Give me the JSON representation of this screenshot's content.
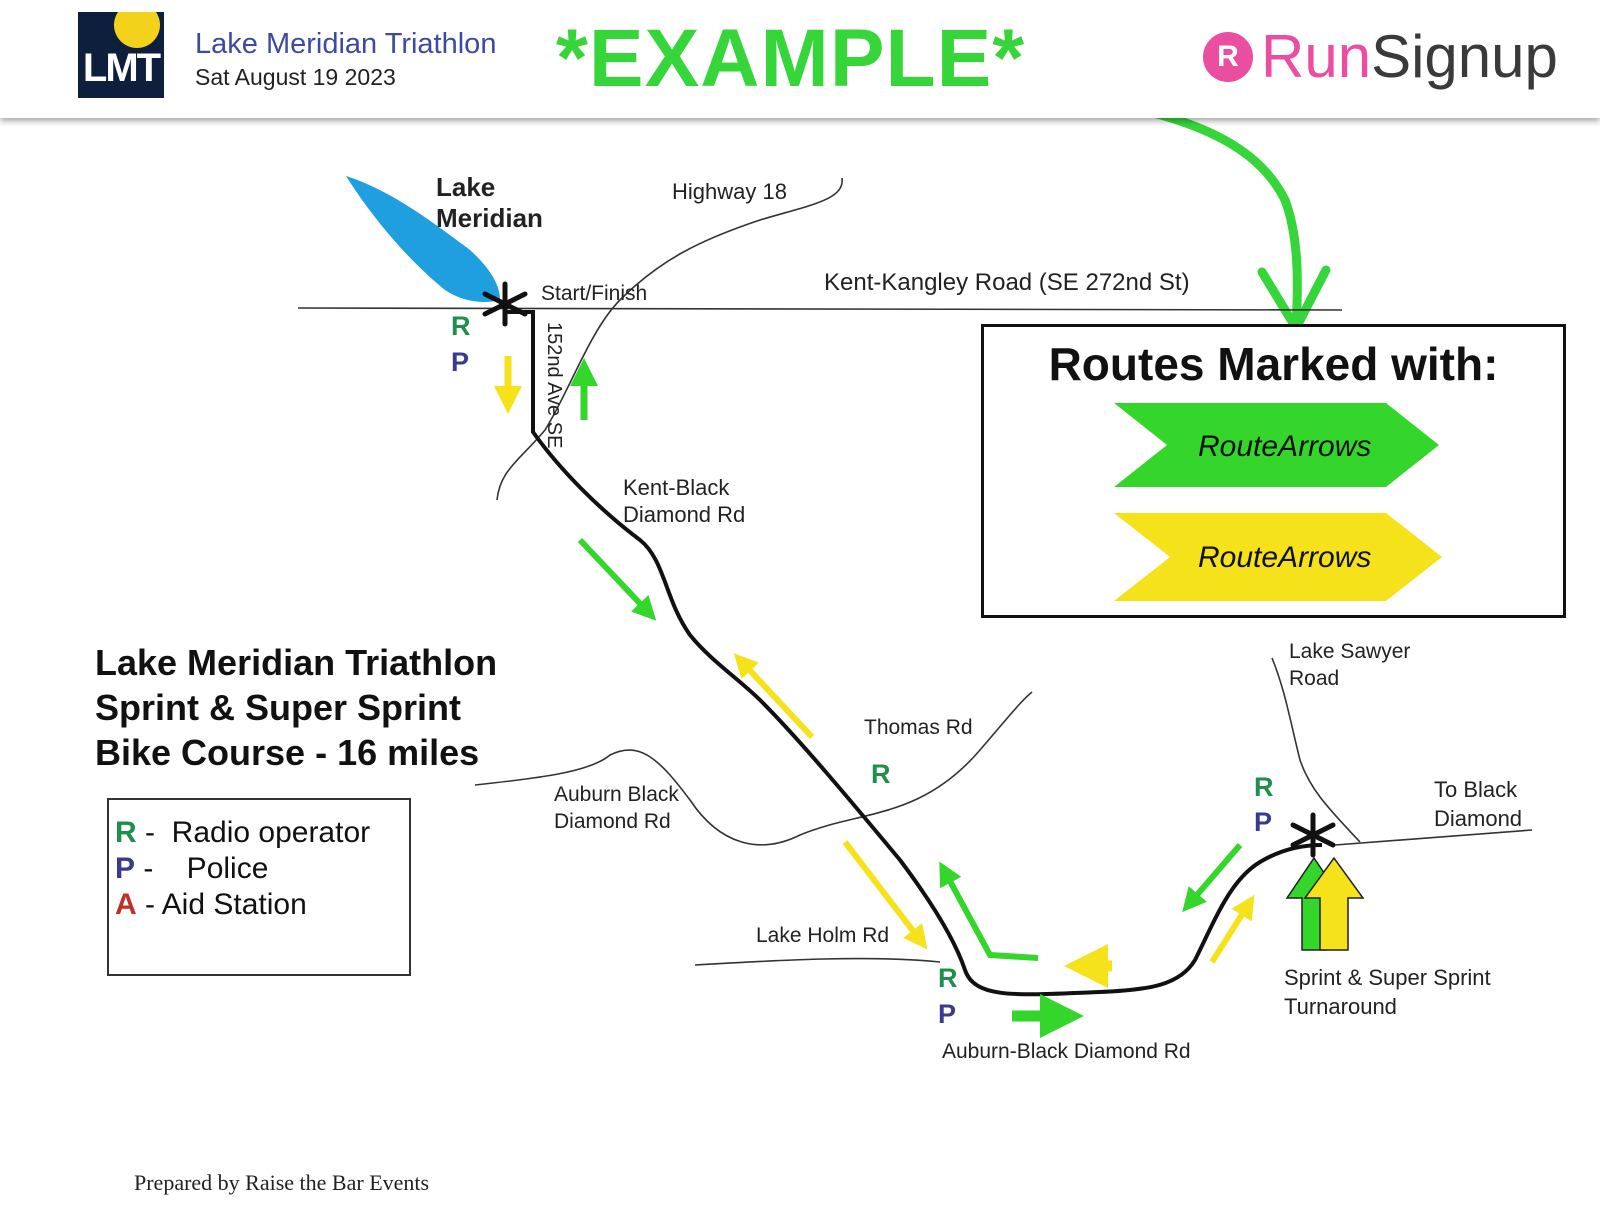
{
  "header": {
    "logo_text": "LMT",
    "event_title": "Lake Meridian Triathlon",
    "event_date": "Sat August 19 2023",
    "example_label": "*EXAMPLE*",
    "brand_badge": "R",
    "brand_run": "Run",
    "brand_signup": "Signup"
  },
  "map": {
    "lake_label_1": "Lake",
    "lake_label_2": "Meridian",
    "highway_label": "Highway 18",
    "start_label": "Start/Finish",
    "kent_kangley_label": "Kent-Kangley Road (SE 272nd St)",
    "ave_label": "152nd Ave SE",
    "kent_black_1": "Kent-Black",
    "kent_black_2": "Diamond Rd",
    "thomas_label": "Thomas Rd",
    "auburn_black_1": "Auburn Black",
    "auburn_black_2": "Diamond Rd",
    "lake_holm_label": "Lake Holm Rd",
    "auburn_black_diamond_label": "Auburn-Black Diamond Rd",
    "lake_sawyer_1": "Lake Sawyer",
    "lake_sawyer_2": "Road",
    "to_black_1": "To Black",
    "to_black_2": "Diamond",
    "turnaround_1": "Sprint & Super Sprint",
    "turnaround_2": "Turnaround",
    "marker_r": "R",
    "marker_p": "P"
  },
  "routes_box": {
    "title": "Routes Marked with:",
    "arrow_text": "RouteArrows"
  },
  "course_title": {
    "line1": "Lake Meridian Triathlon",
    "line2": "Sprint & Super Sprint",
    "line3": "Bike Course - 16 miles"
  },
  "legend": {
    "r_key": "R",
    "r_text": " -  Radio operator",
    "p_key": "P",
    "p_text": " -    Police",
    "a_key": "A",
    "a_text": " - Aid Station"
  },
  "footer": {
    "prepared": "Prepared by Raise the Bar Events"
  },
  "colors": {
    "green": "#35d62b",
    "yellow": "#f5e21a",
    "lake_blue": "#1f9fe0",
    "marker_green": "#1f8f4e",
    "marker_purple": "#3b3a8f",
    "marker_red": "#c0302a"
  }
}
